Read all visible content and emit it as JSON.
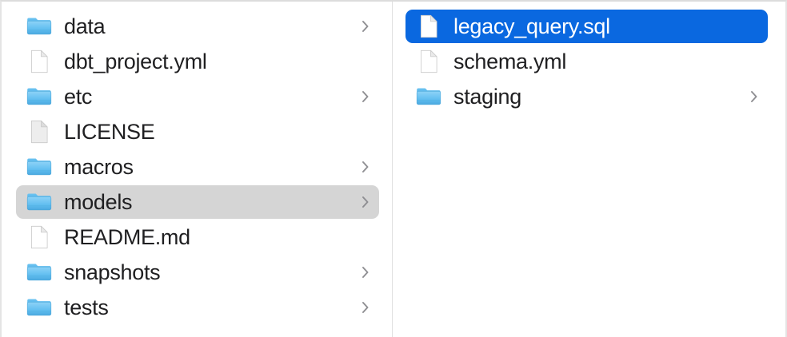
{
  "window": {
    "view_mode": "column-view",
    "app": "Finder"
  },
  "theme": {
    "background": "#ffffff",
    "divider": "#e0e0e0",
    "selection_active": "#0a68e0",
    "selection_inactive": "#d5d5d5",
    "text": "#1f1f21",
    "text_selected": "#ffffff",
    "chevron": "#86868b",
    "folder_blue": "#54b9ef",
    "folder_blue_dark": "#3c9ad8"
  },
  "columns": [
    {
      "name": "parent-column",
      "items": [
        {
          "label": "data",
          "kind": "folder",
          "icon": "folder-icon",
          "has_chevron": true,
          "selected": false
        },
        {
          "label": "dbt_project.yml",
          "kind": "file",
          "icon": "document-icon",
          "has_chevron": false,
          "selected": false
        },
        {
          "label": "etc",
          "kind": "folder",
          "icon": "folder-icon",
          "has_chevron": true,
          "selected": false
        },
        {
          "label": "LICENSE",
          "kind": "file",
          "icon": "generic-document-icon",
          "has_chevron": false,
          "selected": false
        },
        {
          "label": "macros",
          "kind": "folder",
          "icon": "folder-icon",
          "has_chevron": true,
          "selected": false
        },
        {
          "label": "models",
          "kind": "folder",
          "icon": "folder-icon",
          "has_chevron": true,
          "selected": true
        },
        {
          "label": "README.md",
          "kind": "file",
          "icon": "document-icon",
          "has_chevron": false,
          "selected": false
        },
        {
          "label": "snapshots",
          "kind": "folder",
          "icon": "folder-icon",
          "has_chevron": true,
          "selected": false
        },
        {
          "label": "tests",
          "kind": "folder",
          "icon": "folder-icon",
          "has_chevron": true,
          "selected": false
        }
      ]
    },
    {
      "name": "child-column",
      "items": [
        {
          "label": "legacy_query.sql",
          "kind": "file",
          "icon": "document-icon",
          "has_chevron": false,
          "selected": true
        },
        {
          "label": "schema.yml",
          "kind": "file",
          "icon": "document-icon",
          "has_chevron": false,
          "selected": false
        },
        {
          "label": "staging",
          "kind": "folder",
          "icon": "folder-icon",
          "has_chevron": true,
          "selected": false
        }
      ]
    }
  ]
}
